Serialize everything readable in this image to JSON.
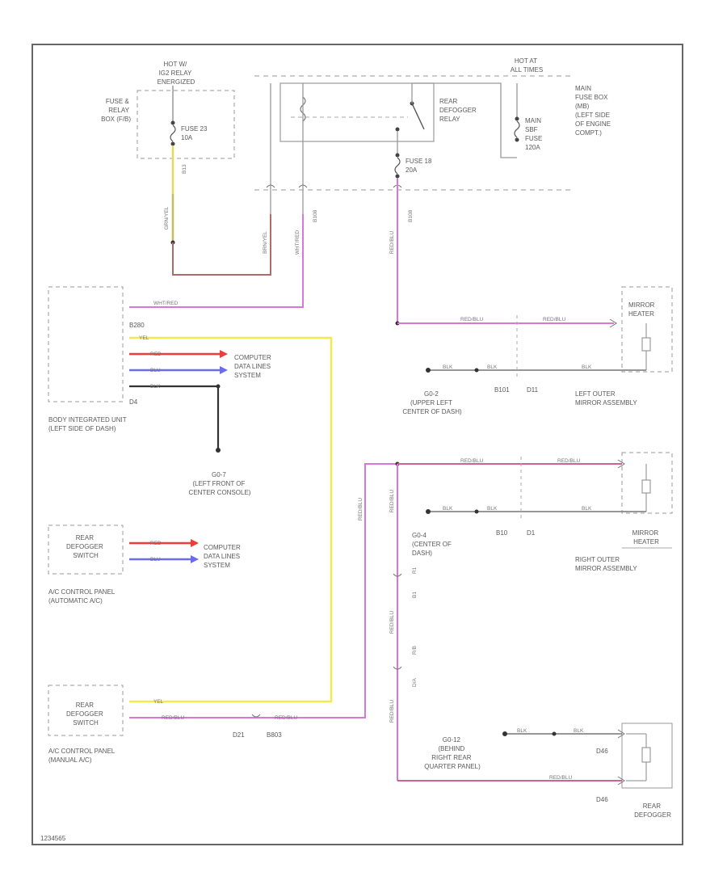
{
  "labels": {
    "hot_ig2": [
      "HOT W/",
      "IG2 RELAY",
      "ENERGIZED"
    ],
    "fuse_relay_box": [
      "FUSE &",
      "RELAY",
      "BOX (F/B)"
    ],
    "fuse23": [
      "FUSE 23",
      "10A"
    ],
    "hot_all": [
      "HOT AT",
      "ALL TIMES"
    ],
    "main_fuse_box": [
      "MAIN",
      "FUSE BOX",
      "(MB)",
      "(LEFT SIDE",
      "OF ENGINE",
      "COMPT.)"
    ],
    "rear_defogger_relay": [
      "REAR",
      "DEFOGGER",
      "RELAY"
    ],
    "main_sbf": [
      "MAIN",
      "SBF",
      "FUSE",
      "120A"
    ],
    "fuse18": [
      "FUSE 18",
      "20A"
    ],
    "conn_b13": "B13",
    "conn_b108a": "B108",
    "conn_b108b": "B108",
    "body_unit": [
      "BODY INTEGRATED UNIT",
      "(LEFT SIDE OF DASH)"
    ],
    "b280": "B280",
    "d4": "D4",
    "computer_lines_1": [
      "COMPUTER",
      "DATA LINES",
      "SYSTEM"
    ],
    "g07": [
      "G0-7",
      "(LEFT FRONT OF",
      "CENTER CONSOLE)"
    ],
    "mirror_heater_left": [
      "MIRROR",
      "HEATER"
    ],
    "g02": [
      "G0-2",
      "(UPPER LEFT",
      "CENTER OF DASH)"
    ],
    "b101": "B101",
    "d11": "D11",
    "left_mirror": [
      "LEFT OUTER",
      "MIRROR ASSEMBLY"
    ],
    "rear_def_sw1": [
      "REAR",
      "DEFOGGER",
      "SWITCH"
    ],
    "computer_lines_2": [
      "COMPUTER",
      "DATA LINES",
      "SYSTEM"
    ],
    "ac_auto": [
      "A/C CONTROL PANEL",
      "(AUTOMATIC A/C)"
    ],
    "g04": [
      "G0-4",
      "(CENTER OF",
      "DASH)"
    ],
    "b10": "B10",
    "d1": "D1",
    "mirror_heater_right": [
      "MIRROR",
      "HEATER"
    ],
    "right_mirror": [
      "RIGHT OUTER",
      "MIRROR ASSEMBLY"
    ],
    "rear_def_sw2": [
      "REAR",
      "DEFOGGER",
      "SWITCH"
    ],
    "ac_manual": [
      "A/C CONTROL PANEL",
      "(MANUAL A/C)"
    ],
    "d21": "D21",
    "b803": "B803",
    "g012": [
      "G0-12",
      "(BEHIND",
      "RIGHT REAR",
      "QUARTER PANEL)"
    ],
    "d46a": "D46",
    "d46b": "D46",
    "rear_defogger": [
      "REAR",
      "DEFOGGER"
    ],
    "conn_vert_a": "R1",
    "conn_vert_b": "B1",
    "conn_vert_c": "R/B",
    "conn_vert_d": "D/A",
    "footer": "1234565"
  },
  "wire_labels": {
    "yel": "YEL",
    "red": "RED",
    "blu": "BLU",
    "blk": "BLK",
    "red_blu": "RED/BLU",
    "grn_yel": "GRN/YEL",
    "brn_yel": "BRN/YEL",
    "wht_red": "WHT/RED"
  },
  "colors": {
    "yellow": "#f2e94e",
    "red": "#ee3b3b",
    "blue": "#6b6bf0",
    "black": "#333333",
    "pink": "#d977d9",
    "mauve": "#b06a6a",
    "gray": "#999999"
  },
  "icons": [
    "fuse-icon",
    "relay-switch-icon",
    "ground-icon",
    "heater-element-icon",
    "connector-icon",
    "splice-icon",
    "arrow-icon"
  ]
}
